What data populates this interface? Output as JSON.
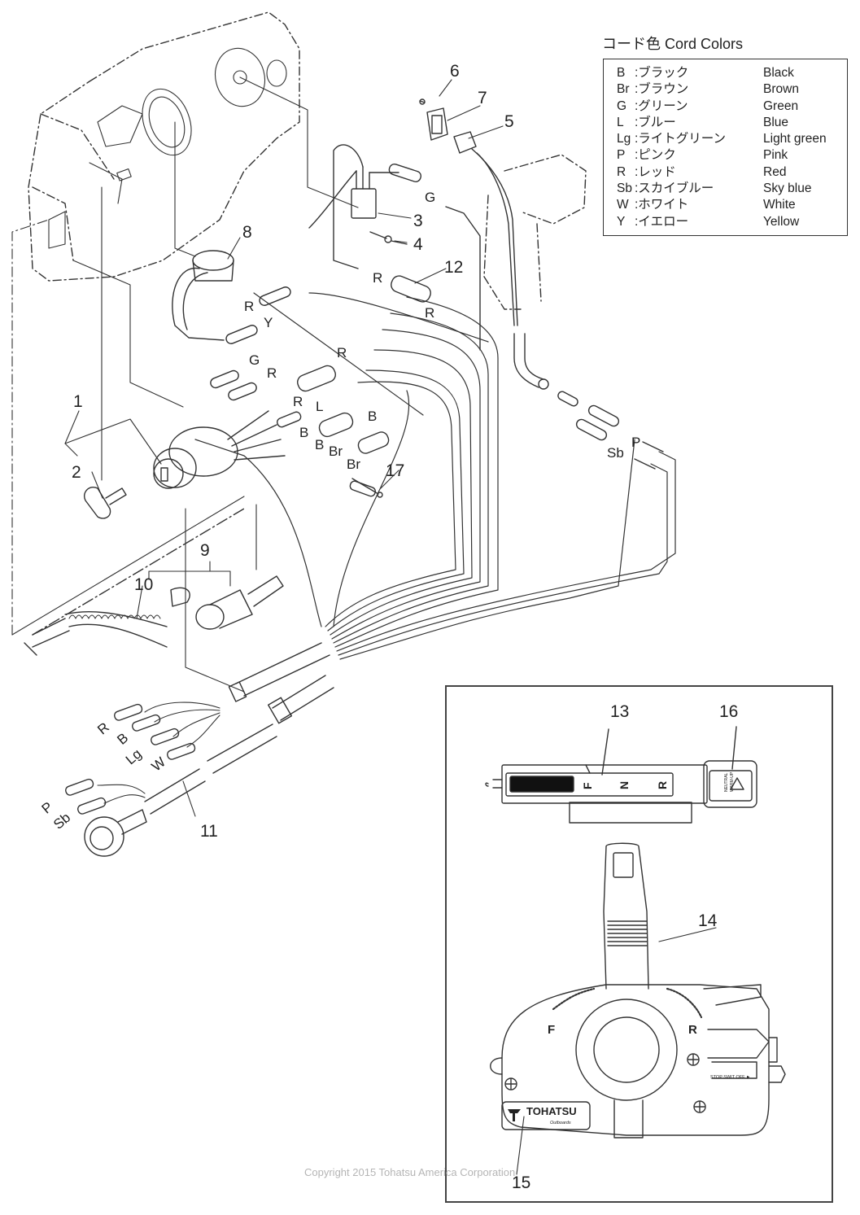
{
  "diagram": {
    "subject": "Remote control box wiring harness exploded parts view",
    "callouts": [
      "1",
      "2",
      "3",
      "4",
      "5",
      "6",
      "7",
      "8",
      "9",
      "10",
      "11",
      "12",
      "13",
      "14",
      "15",
      "16",
      "17"
    ],
    "wire_labels": {
      "upper_group": [
        "G",
        "R",
        "R",
        "R",
        "Y",
        "G",
        "R",
        "R",
        "R",
        "L",
        "B",
        "B",
        "B",
        "Br",
        "Br",
        "P",
        "Sb"
      ],
      "harness_end": [
        "R",
        "B",
        "Lg",
        "W",
        "P",
        "Sb"
      ]
    },
    "inset": {
      "shift_scale": {
        "left": "F",
        "center": "N",
        "right": "R"
      },
      "neutral_warning_label": [
        "NEUTRAL",
        "WARM-UP"
      ],
      "lever_markings": {
        "forward": "F",
        "reverse": "R"
      },
      "stop_switch_label": "STOP SWIT OFF ►",
      "brand_logo": "TOHATSU",
      "brand_sub": "Outboards"
    }
  },
  "legend": {
    "title": "コード色 Cord Colors",
    "rows": [
      {
        "code": "B",
        "jp": ":ブラック",
        "en": "Black"
      },
      {
        "code": "Br",
        "jp": ":ブラウン",
        "en": "Brown"
      },
      {
        "code": "G",
        "jp": ":グリーン",
        "en": "Green"
      },
      {
        "code": "L",
        "jp": ":ブルー",
        "en": "Blue"
      },
      {
        "code": "Lg",
        "jp": ":ライトグリーン",
        "en": "Light green"
      },
      {
        "code": "P",
        "jp": ":ピンク",
        "en": "Pink"
      },
      {
        "code": "R",
        "jp": ":レッド",
        "en": "Red"
      },
      {
        "code": "Sb",
        "jp": ":スカイブルー",
        "en": "Sky blue"
      },
      {
        "code": "W",
        "jp": ":ホワイト",
        "en": "White"
      },
      {
        "code": "Y",
        "jp": ":イエロー",
        "en": "Yellow"
      }
    ]
  },
  "footer": {
    "copyright": "Copyright 2015 Tohatsu America Corporation"
  },
  "colors": {
    "line": "#333333",
    "frame": "#444444",
    "copyright": "#b5b5b5",
    "background": "#ffffff"
  }
}
